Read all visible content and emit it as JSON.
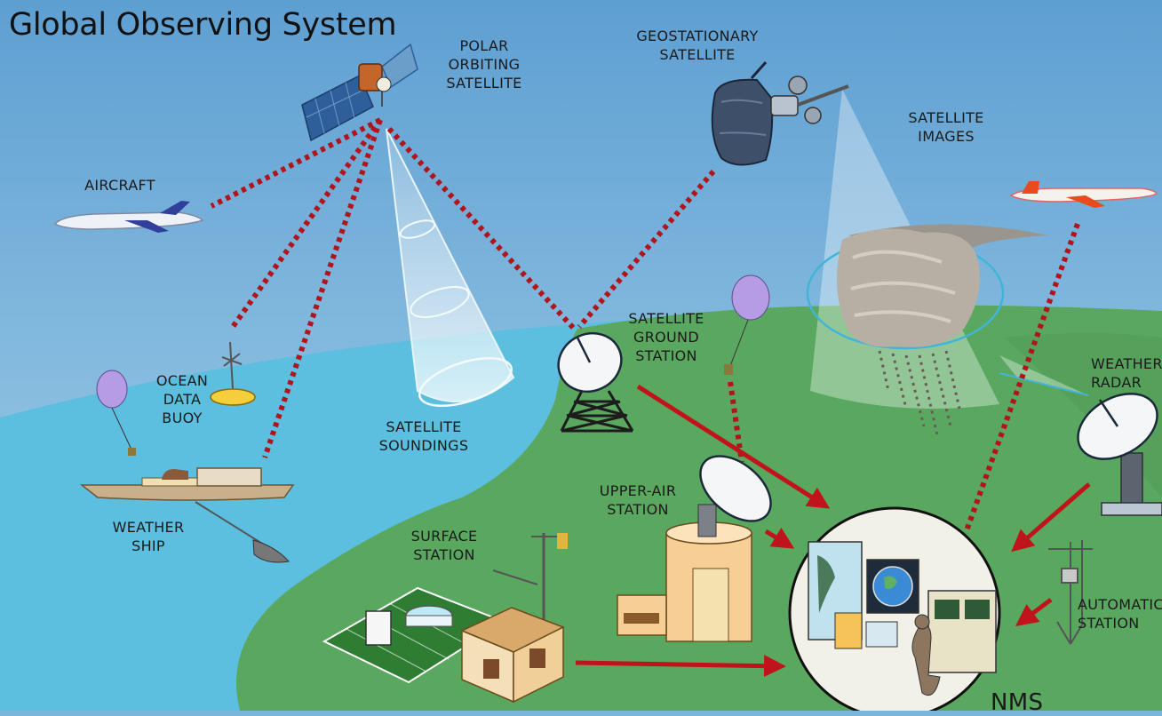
{
  "title": "Global Observing System",
  "labels": {
    "polar": "POLAR\nORBITING\nSATELLITE",
    "geo": "GEOSTATIONARY\nSATELLITE",
    "sat_images": "SATELLITE\nIMAGES",
    "aircraft": "AIRCRAFT",
    "buoy": "OCEAN\nDATA\nBUOY",
    "soundings": "SATELLITE\nSOUNDINGS",
    "ground_station": "SATELLITE\nGROUND\nSTATION",
    "radar": "WEATHER\nRADAR",
    "ship": "WEATHER\nSHIP",
    "upper_air": "UPPER-AIR\nSTATION",
    "surface": "SURFACE\nSTATION",
    "automatic": "AUTOMATIC\nSTATION",
    "nms": "NMS"
  },
  "colors": {
    "sky": "#7ab6dc",
    "ocean": "#5cbfe0",
    "land": "#5aa860",
    "link": "#b0141d",
    "arrow": "#c0141d"
  }
}
